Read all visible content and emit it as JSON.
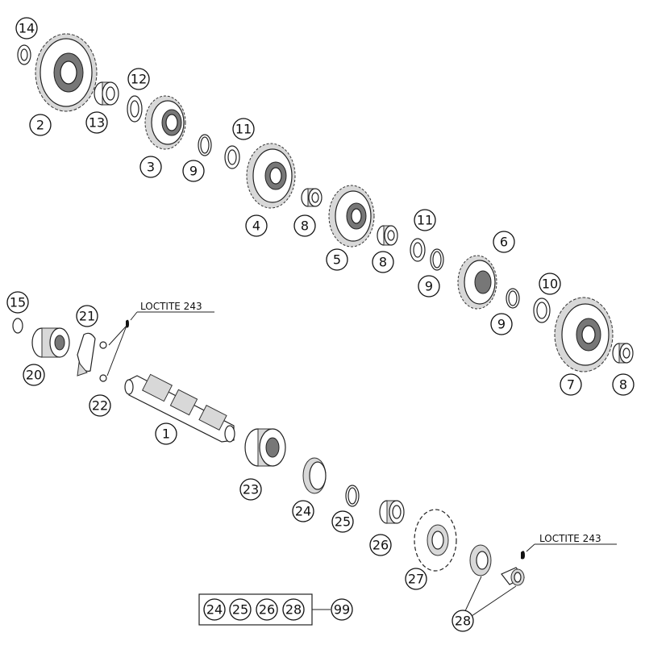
{
  "diagram": {
    "callouts": [
      {
        "id": "c14a",
        "label": "14"
      },
      {
        "id": "c2",
        "label": "2"
      },
      {
        "id": "c13",
        "label": "13"
      },
      {
        "id": "c12",
        "label": "12"
      },
      {
        "id": "c3",
        "label": "3"
      },
      {
        "id": "c9a",
        "label": "9"
      },
      {
        "id": "c11a",
        "label": "11"
      },
      {
        "id": "c4",
        "label": "4"
      },
      {
        "id": "c8a",
        "label": "8"
      },
      {
        "id": "c5",
        "label": "5"
      },
      {
        "id": "c8b",
        "label": "8"
      },
      {
        "id": "c11b",
        "label": "11"
      },
      {
        "id": "c9b",
        "label": "9"
      },
      {
        "id": "c6",
        "label": "6"
      },
      {
        "id": "c10",
        "label": "10"
      },
      {
        "id": "c9c",
        "label": "9"
      },
      {
        "id": "c7",
        "label": "7"
      },
      {
        "id": "c8c",
        "label": "8"
      },
      {
        "id": "c15",
        "label": "15"
      },
      {
        "id": "c20",
        "label": "20"
      },
      {
        "id": "c21",
        "label": "21"
      },
      {
        "id": "c22",
        "label": "22"
      },
      {
        "id": "c1",
        "label": "1"
      },
      {
        "id": "c23",
        "label": "23"
      },
      {
        "id": "c24",
        "label": "24"
      },
      {
        "id": "c25",
        "label": "25"
      },
      {
        "id": "c26",
        "label": "26"
      },
      {
        "id": "c27",
        "label": "27"
      },
      {
        "id": "c28",
        "label": "28"
      }
    ],
    "kit": {
      "members": [
        "24",
        "25",
        "26",
        "28"
      ],
      "kit_number": "99"
    },
    "notes": {
      "loctite_upper": "LOCTITE 243",
      "loctite_lower": "LOCTITE 243"
    }
  }
}
